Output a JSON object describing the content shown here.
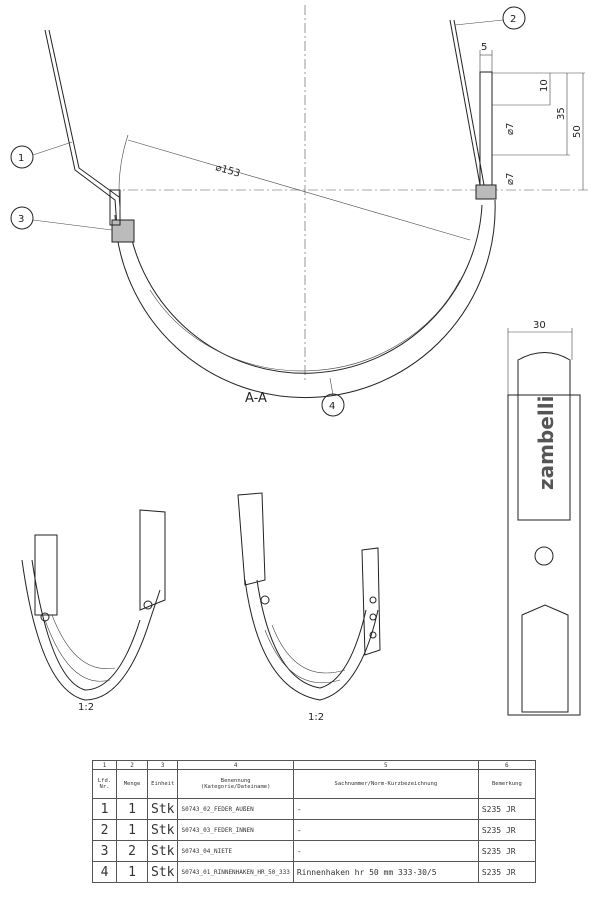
{
  "section_view": {
    "label": "A-A",
    "callouts": [
      "1",
      "2",
      "3",
      "4"
    ],
    "dimensions": {
      "diameter": "⌀153",
      "width_top": "5",
      "d10": "10",
      "d35": "35",
      "d50": "50",
      "hole1": "⌀7",
      "hole2": "⌀7"
    }
  },
  "side_view": {
    "dimension": "30",
    "logo": "zambelli"
  },
  "iso_views": [
    {
      "scale": "1:2"
    },
    {
      "scale": "1:2"
    }
  ],
  "parts_table": {
    "column_numbers": [
      "1",
      "2",
      "3",
      "4",
      "5",
      "6"
    ],
    "headers": [
      "Lfd. Nr.",
      "Menge",
      "Einheit",
      "Benennung",
      "(Kategorie/Dateiname)",
      "Sachnummer/Norm-Kurzbezeichnung",
      "Bemerkung"
    ],
    "rows": [
      {
        "nr": "1",
        "menge": "1",
        "einheit": "Stk",
        "benennung": "S0743_02_FEDER_AUßEN",
        "sachnummer": "-",
        "bemerkung": "S235 JR"
      },
      {
        "nr": "2",
        "menge": "1",
        "einheit": "Stk",
        "benennung": "S0743_03_FEDER_INNEN",
        "sachnummer": "-",
        "bemerkung": "S235 JR"
      },
      {
        "nr": "3",
        "menge": "2",
        "einheit": "Stk",
        "benennung": "S0743_04_NIETE",
        "sachnummer": "-",
        "bemerkung": "S235 JR"
      },
      {
        "nr": "4",
        "menge": "1",
        "einheit": "Stk",
        "benennung": "S0743_01_RINNENHAKEN_HR_50_333",
        "sachnummer": "Rinnenhaken hr 50 mm 333-30/5",
        "bemerkung": "S235 JR"
      }
    ]
  }
}
